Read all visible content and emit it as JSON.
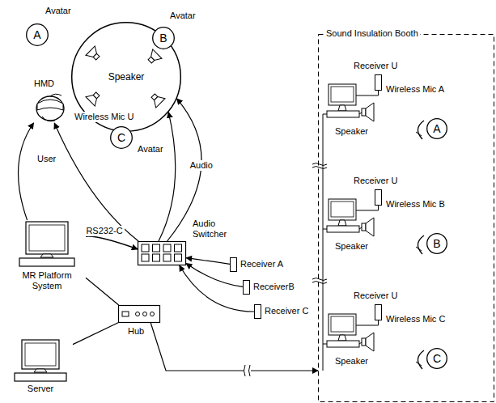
{
  "diagram": {
    "nodes": [
      {
        "text": [
          "Speaker"
        ]
      },
      {
        "text": [
          "A",
          "Avatar"
        ]
      },
      {
        "text": [
          "B",
          "Avatar"
        ]
      },
      {
        "text": [
          "C",
          "Avatar"
        ]
      },
      {
        "text": [
          "HMD",
          "Wireless Mic U"
        ]
      },
      {
        "text": [
          "Audio Switcher"
        ]
      },
      {
        "text": [
          "Receiver A"
        ]
      },
      {
        "text": [
          "ReceiverB"
        ]
      },
      {
        "text": [
          "Receiver C"
        ]
      },
      {
        "text": [
          "MR Platform System"
        ]
      },
      {
        "text": [
          "Hub"
        ]
      },
      {
        "text": [
          "Server"
        ]
      },
      {
        "text": [
          "Sound Insulation Booth"
        ]
      },
      {
        "text": [
          "Receiver U"
        ],
        "in": 12
      },
      {
        "text": [
          "A"
        ],
        "in": 12
      },
      {
        "text": [
          "Receiver U"
        ],
        "in": 12
      },
      {
        "text": [
          "B"
        ],
        "in": 12
      },
      {
        "text": [
          "Receiver U"
        ],
        "in": 12
      },
      {
        "text": [
          "C"
        ],
        "in": 12
      }
    ],
    "edges": [
      {
        "from": 6,
        "to": 5,
        "arrow": "to"
      },
      {
        "from": 7,
        "to": 5,
        "arrow": "to"
      },
      {
        "from": 8,
        "to": 5,
        "arrow": "to"
      },
      {
        "from": 9,
        "to": 5,
        "label": "RS232-C",
        "arrow": "to"
      },
      {
        "from": 9,
        "to": 4,
        "arrow": "to"
      },
      {
        "from": 5,
        "to": 4,
        "arrow": "to"
      },
      {
        "from": 5,
        "to": 0,
        "label": "Audio",
        "arrow": "to"
      },
      {
        "from": 5,
        "to": 0,
        "arrow": "to"
      },
      {
        "from": 9,
        "to": 10,
        "arrow": "none"
      },
      {
        "from": 11,
        "to": 10,
        "arrow": "none"
      },
      {
        "from": 10,
        "to": 12,
        "arrow": "to"
      }
    ],
    "labels": [
      "User",
      "Wireless Mic A",
      "Speaker",
      "Wireless Mic B",
      "Speaker",
      "Wireless Mic C",
      "Speaker"
    ]
  }
}
